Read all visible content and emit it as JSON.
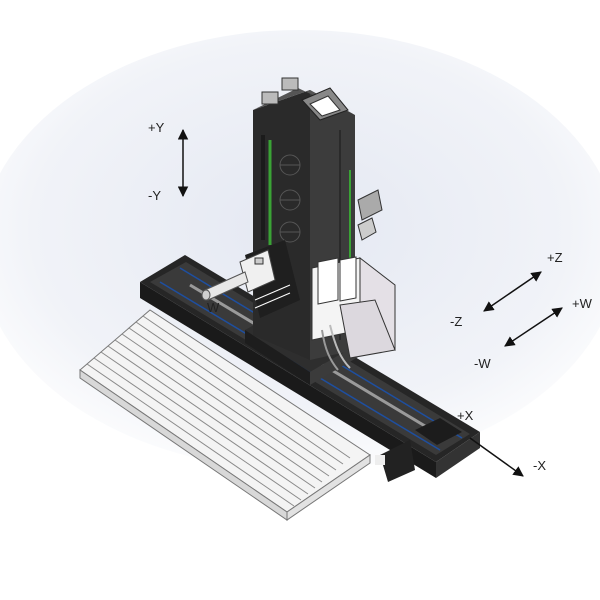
{
  "axes": {
    "y_pos": "+Y",
    "y_neg": "-Y",
    "z_pos": "+Z",
    "z_neg": "-Z",
    "w_pos": "+W",
    "w_neg": "-W",
    "x_pos": "+X",
    "x_neg": "-X",
    "w_on_machine": "W"
  },
  "colors": {
    "machine_dark": "#2b2b2b",
    "machine_mid": "#4a4a4a",
    "accent_green": "#3aa335",
    "table_top": "#f2f2f2",
    "bg_shadow": "#dfe4ef"
  }
}
